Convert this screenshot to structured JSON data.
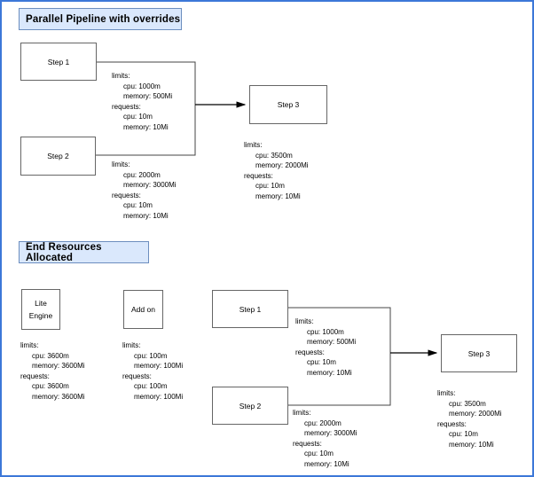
{
  "page": {
    "frame_color": "#3c78d8",
    "banner_fill": "#dae8fc",
    "banner_stroke": "#6c8ebf",
    "node_stroke": "#666666"
  },
  "sections": {
    "top": {
      "banner": "Parallel Pipeline with  overrides"
    },
    "bottom": {
      "banner": "End Resources Allocated"
    }
  },
  "nodes": {
    "top_step1": "Step 1",
    "top_step2": "Step 2",
    "top_step3": "Step 3",
    "lite_engine": "Lite\nEngine",
    "add_on": "Add on",
    "bottom_step1": "Step 1",
    "bottom_step2": "Step 2",
    "bottom_step3": "Step 3"
  },
  "resources": {
    "top_step1": {
      "limits_label": "limits:",
      "limits_cpu": "cpu: 1000m",
      "limits_memory": "memory: 500Mi",
      "requests_label": "requests:",
      "requests_cpu": "cpu: 10m",
      "requests_memory": "memory: 10Mi"
    },
    "top_step2": {
      "limits_label": "limits:",
      "limits_cpu": "cpu: 2000m",
      "limits_memory": "memory: 3000Mi",
      "requests_label": "requests:",
      "requests_cpu": "cpu: 10m",
      "requests_memory": "memory: 10Mi"
    },
    "top_step3": {
      "limits_label": "limits:",
      "limits_cpu": "cpu: 3500m",
      "limits_memory": "memory: 2000Mi",
      "requests_label": "requests:",
      "requests_cpu": "cpu: 10m",
      "requests_memory": "memory: 10Mi"
    },
    "lite_engine": {
      "limits_label": "limits:",
      "limits_cpu": "cpu: 3600m",
      "limits_memory": "memory: 3600Mi",
      "requests_label": "requests:",
      "requests_cpu": "cpu: 3600m",
      "requests_memory": "memory: 3600Mi"
    },
    "add_on": {
      "limits_label": "limits:",
      "limits_cpu": "cpu: 100m",
      "limits_memory": "memory: 100Mi",
      "requests_label": "requests:",
      "requests_cpu": "cpu: 100m",
      "requests_memory": "memory: 100Mi"
    },
    "bottom_step1": {
      "limits_label": "limits:",
      "limits_cpu": "cpu: 1000m",
      "limits_memory": "memory: 500Mi",
      "requests_label": "requests:",
      "requests_cpu": "cpu: 10m",
      "requests_memory": "memory: 10Mi"
    },
    "bottom_step2": {
      "limits_label": "limits:",
      "limits_cpu": "cpu: 2000m",
      "limits_memory": "memory: 3000Mi",
      "requests_label": "requests:",
      "requests_cpu": "cpu: 10m",
      "requests_memory": "memory: 10Mi"
    },
    "bottom_step3": {
      "limits_label": "limits:",
      "limits_cpu": "cpu: 3500m",
      "limits_memory": "memory: 2000Mi",
      "requests_label": "requests:",
      "requests_cpu": "cpu: 10m",
      "requests_memory": "memory: 10Mi"
    }
  }
}
